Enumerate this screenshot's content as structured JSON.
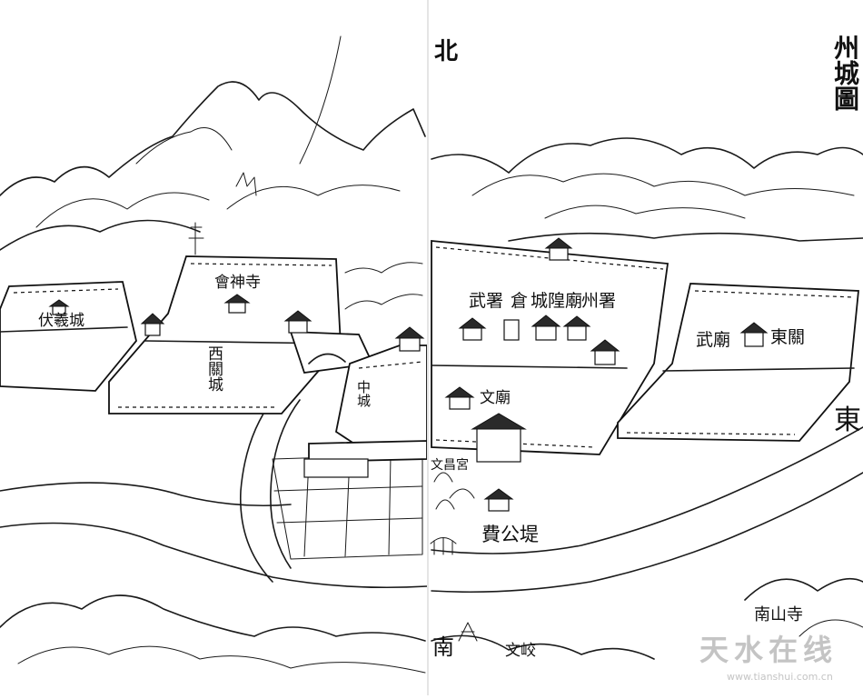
{
  "title": "州城圖",
  "compass": {
    "north": "北",
    "east": "東"
  },
  "labels": {
    "fuxi_city": "伏羲城",
    "huishen_temple": "會神寺",
    "west_gate_city": "西關城",
    "middle_city": "中城",
    "zhou_office": "州署",
    "chenghuang_temple": "城隍廟",
    "granary": "倉",
    "military_office": "武署",
    "wen_temple": "文廟",
    "wenchang_palace": "文昌宮",
    "fei_gong_dike": "費公堤",
    "east_pass_temple": "東關",
    "wu_temple": "武廟",
    "south_mountain_temple": "南山寺",
    "south": "南",
    "wen_peak": "文峧"
  },
  "watermark": {
    "text": "天水在线",
    "url": "www.tianshui.com.cn"
  },
  "colors": {
    "ink": "#1a1a1a",
    "paper": "#ffffff",
    "watermark": "#c4c4c4"
  }
}
